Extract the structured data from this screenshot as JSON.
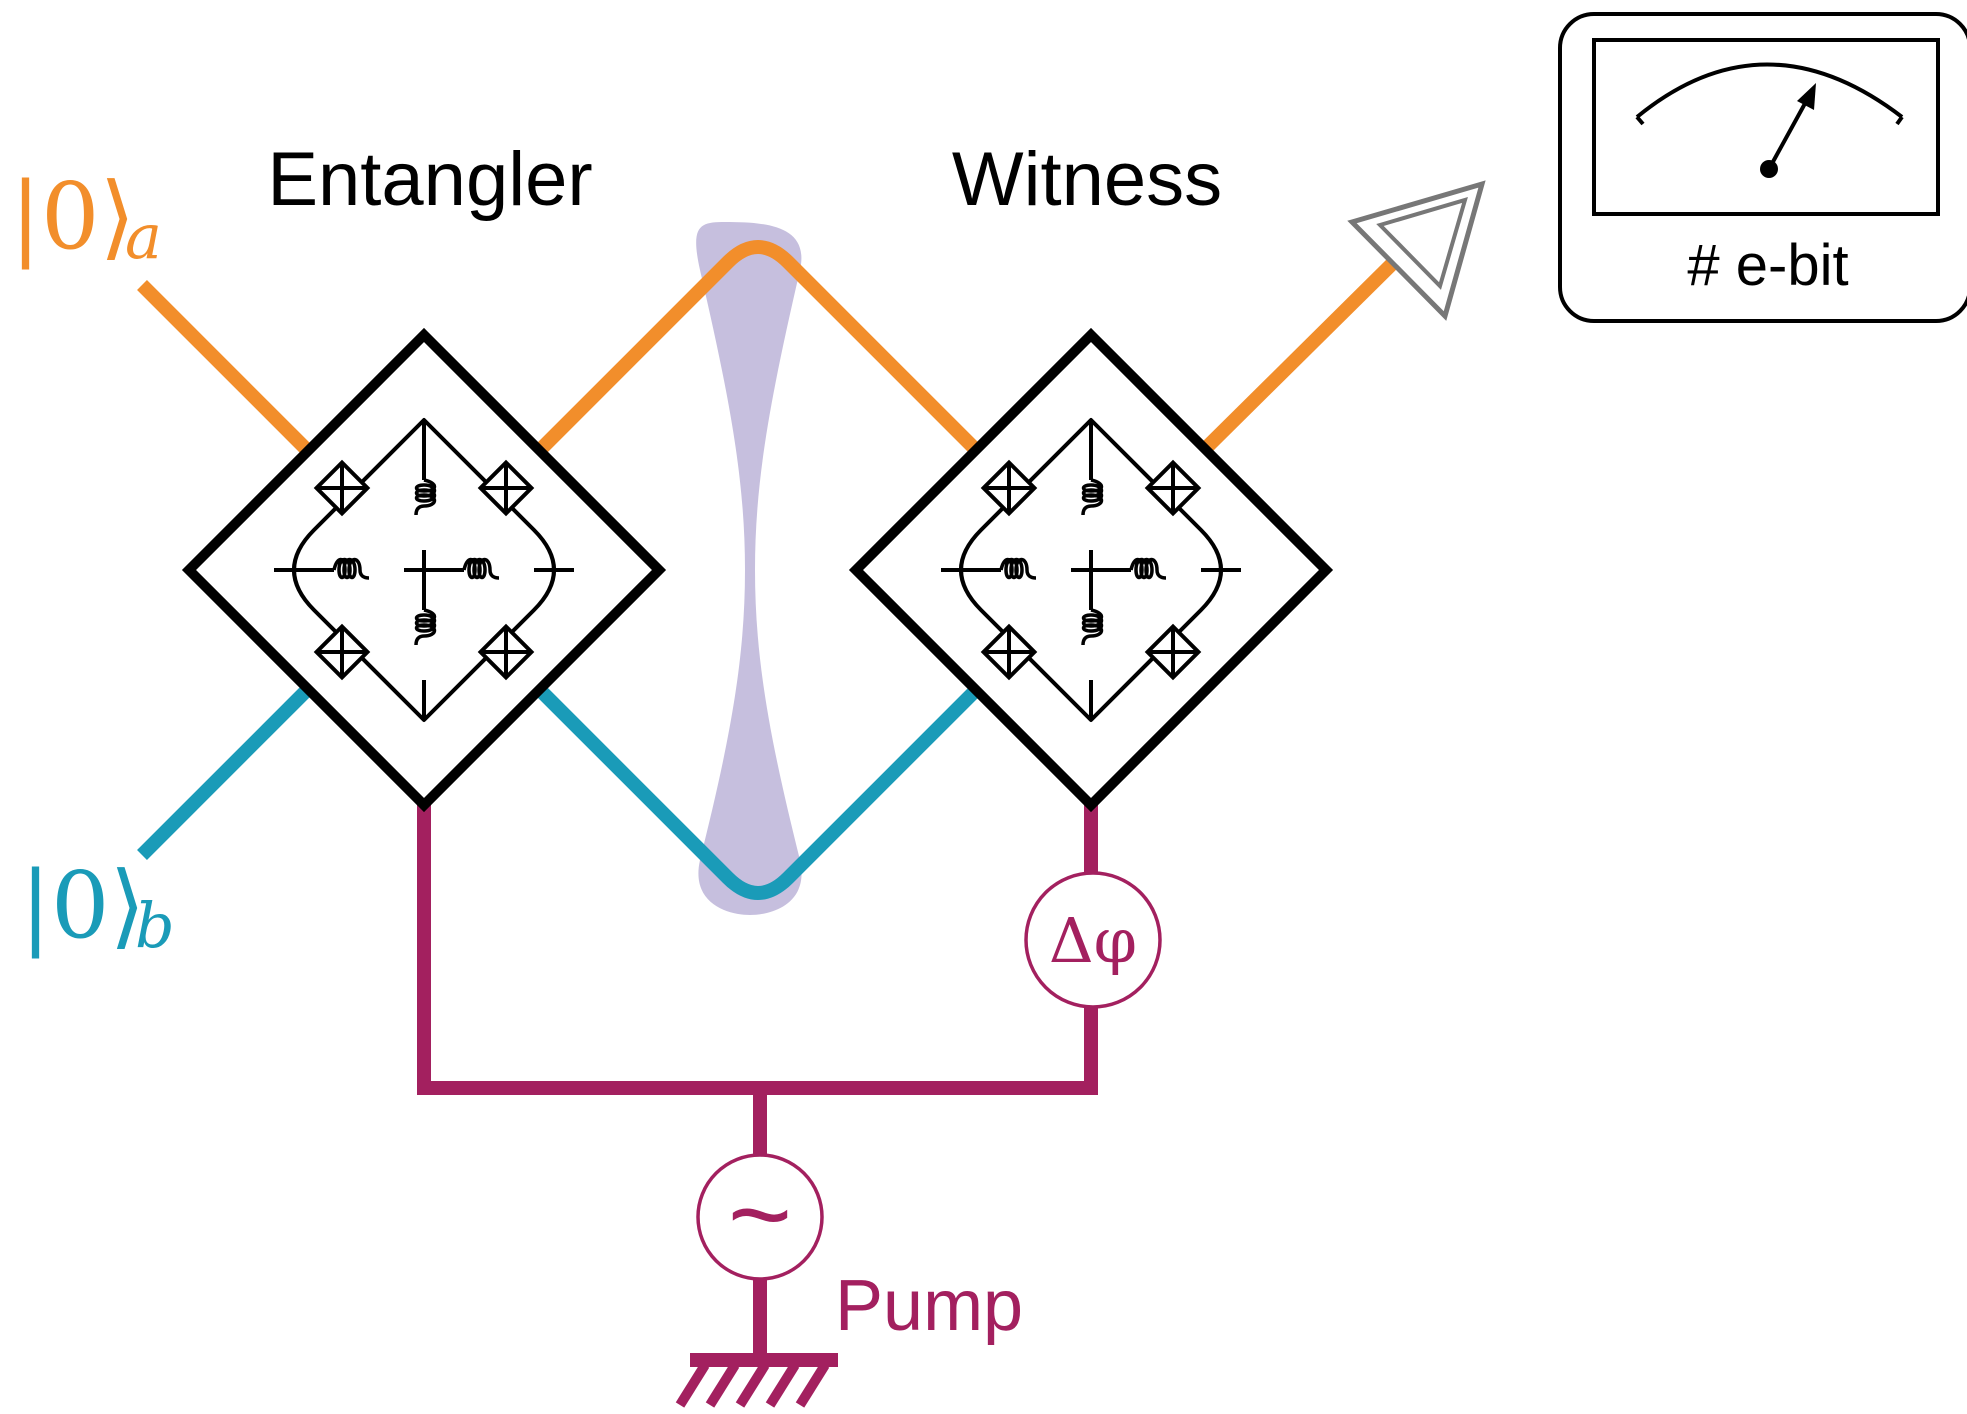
{
  "labels": {
    "entangler": "Entangler",
    "witness": "Witness",
    "input_a_ket": "|0⟩",
    "input_a_sub": "a",
    "input_b_ket": "|0⟩",
    "input_b_sub": "b",
    "phase_shifter": "Δφ",
    "pump_source_symbol": "~",
    "pump": "Pump",
    "meter_caption": "# e-bit"
  },
  "colors": {
    "mode_a": "#f28e2b",
    "mode_b": "#1a9bb8",
    "pump": "#a3205f",
    "squeezing_overlay": "#b3a9d3",
    "device_outline": "#000000",
    "detector_outline": "#777777"
  },
  "icons": {
    "entangler_circuit": "josephson-ring-modulator-icon",
    "witness_circuit": "josephson-ring-modulator-icon",
    "detector": "triangle-detector-icon",
    "meter": "analog-meter-icon",
    "pump_source": "ac-source-icon",
    "ground": "ground-icon"
  }
}
